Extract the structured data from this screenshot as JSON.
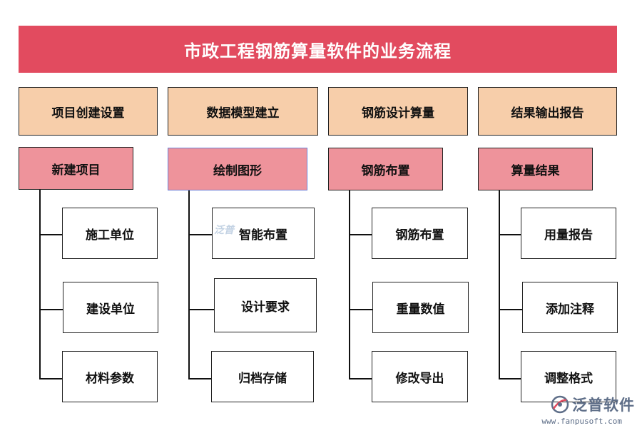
{
  "title": "市政工程钢筋算量软件的业务流程",
  "colors": {
    "title_bg": "#e24b5f",
    "phase_bg": "#f7ceaa",
    "sub_bg": "#ee939b",
    "line": "#111111",
    "brand": "#5e6e88"
  },
  "columns": [
    {
      "phase": "项目创建设置",
      "sub": "新建项目",
      "items": [
        "施工单位",
        "建设单位",
        "材料参数"
      ]
    },
    {
      "phase": "数据模型建立",
      "sub": "绘制图形",
      "items": [
        "智能布置",
        "设计要求",
        "归档存储"
      ]
    },
    {
      "phase": "钢筋设计算量",
      "sub": "钢筋布置",
      "items": [
        "钢筋布置",
        "重量数值",
        "修改导出"
      ]
    },
    {
      "phase": "结果输出报告",
      "sub": "算量结果",
      "items": [
        "用量报告",
        "添加注释",
        "调整格式"
      ]
    }
  ],
  "watermark": {
    "brand_name": "泛普软件",
    "url": "www.fanpusoft.com"
  }
}
